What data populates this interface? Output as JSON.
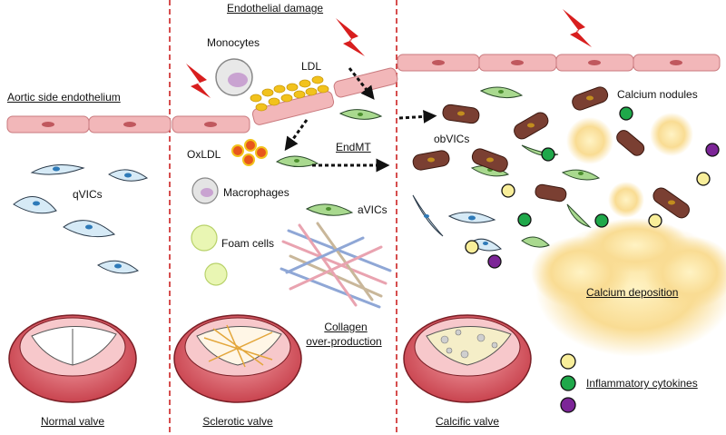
{
  "labels": {
    "endothelial_damage": "Endothelial damage",
    "aortic_side_endothelium": "Aortic side endothelium",
    "monocytes": "Monocytes",
    "ldl": "LDL",
    "oxldl": "OxLDL",
    "macrophages": "Macrophages",
    "foam_cells": "Foam cells",
    "qvics": "qVICs",
    "endmt": "EndMT",
    "avics": "aVICs",
    "obvics": "obVICs",
    "calcium_nodules": "Calcium nodules",
    "calcium_deposition": "Calcium deposition",
    "collagen_line1": "Collagen",
    "collagen_line2": "over-production",
    "normal_valve": "Normal valve",
    "sclerotic_valve": "Sclerotic valve",
    "calcific_valve": "Calcific valve",
    "inflammatory_cytokines": "Inflammatory cytokines"
  },
  "colors": {
    "divider": "#cc2222",
    "endothelium": "#f2b7b9",
    "qvic": "#d6eaf6",
    "avic": "#a9d98f",
    "obvic": "#7a3f32",
    "calcium_glow": "#f8d68a",
    "cytokine_yellow": "#f8ee9a",
    "cytokine_green": "#1fa84a",
    "cytokine_purple": "#7c2597",
    "lightning": "#d81e1e",
    "ldl": "#f2c21c"
  }
}
